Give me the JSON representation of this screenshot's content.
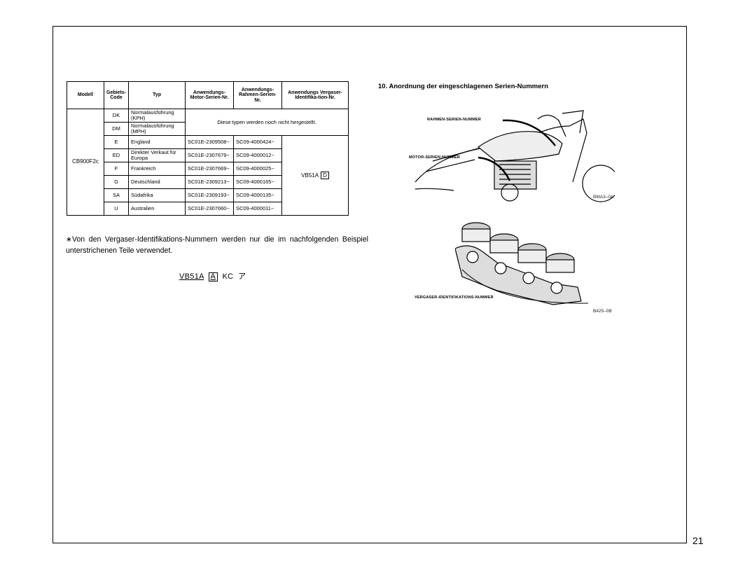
{
  "table": {
    "headers": {
      "model": "Modell",
      "code": "Gebiets-Code",
      "type": "Typ",
      "motor": "Anwendungs-Motor-Serien-Nr.",
      "frame": "Anwendungs-Rahmen-Serien-Nr.",
      "carb": "Anwendungs Vergaser-Identifika-tion-Nr."
    },
    "model": "CB900F2c",
    "rows": [
      {
        "code": "DK",
        "type": "Normalausführung (KPH)"
      },
      {
        "code": "DM",
        "type": "Normalausführung (MPH)"
      },
      {
        "code": "E",
        "type": "England",
        "motor": "SC01E-2309508~",
        "frame": "SC09-4000424~"
      },
      {
        "code": "ED",
        "type": "Direkter Verkaut für Europa",
        "motor": "SC01E-2307679~",
        "frame": "SC09-4000012~"
      },
      {
        "code": "F",
        "type": "Frankreich",
        "motor": "SC01E-2307669~",
        "frame": "SC09-4000025~"
      },
      {
        "code": "G",
        "type": "Deutschland",
        "motor": "SC01E-2309213~",
        "frame": "SC09-4000165~"
      },
      {
        "code": "SA",
        "type": "Südafrika",
        "motor": "SC01E-2309193~",
        "frame": "SC09-4000135~"
      },
      {
        "code": "U",
        "type": "Australien",
        "motor": "SC01E-2307660~",
        "frame": "SC09-4000011~"
      }
    ],
    "not_yet_produced": "Diese typen werden noch nicht hergestellt.",
    "carb_id": "VB51A",
    "carb_id_letter": "D"
  },
  "footnote": "∗Von den Vergaser-Identifikations-Nummern werden nur die im nachfolgenden Beispiel unterstrichenen Teile verwendet.",
  "example": {
    "prefix": "VB51A",
    "box": "A",
    "suffix1": "KC",
    "suffix2": "ア"
  },
  "section": {
    "title": "10. Anordnung der eingeschlagenen Serien-Nummern",
    "label_frame": "RAHMEN-SERIEN-NUMMER",
    "label_motor": "MOTOR-SERIEN-NUMMER",
    "ref1": "BMA3–0A",
    "label_carb": "VERGASER-IDENTIFIKATIONS-NUMMER",
    "ref2": "B425–0B"
  },
  "page_number": "21"
}
